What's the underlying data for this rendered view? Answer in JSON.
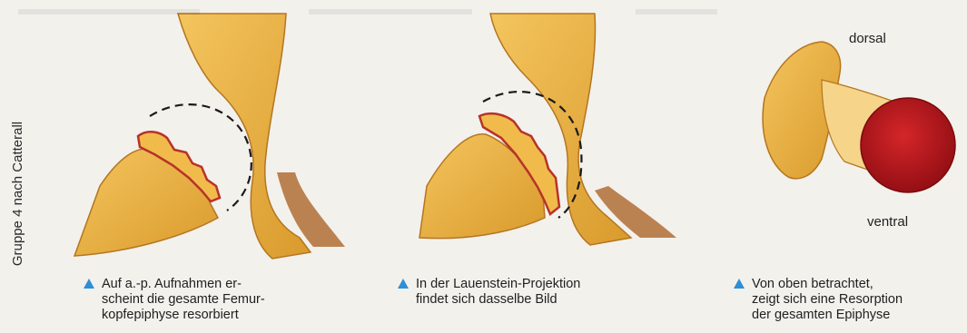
{
  "side_label": "Gruppe 4 nach Catterall",
  "captions": [
    "Auf a.-p. Aufnahmen er-\nscheint die gesamte Femur-\nkopfepiphyse resorbiert",
    "In der Lauenstein-Projektion\nfindet sich dasselbe Bild",
    "Von oben betrachtet,\nzeigt sich eine Resorption\nder gesamten Epiphyse"
  ],
  "labels": {
    "dorsal": "dorsal",
    "ventral": "ventral"
  },
  "colors": {
    "bone": "#e7ab3a",
    "bone_light": "#f4c55e",
    "bone_dark": "#b57520",
    "fragment_outline": "#b8322a",
    "resorption": "#c4151c",
    "marker": "#2c8fd8"
  }
}
